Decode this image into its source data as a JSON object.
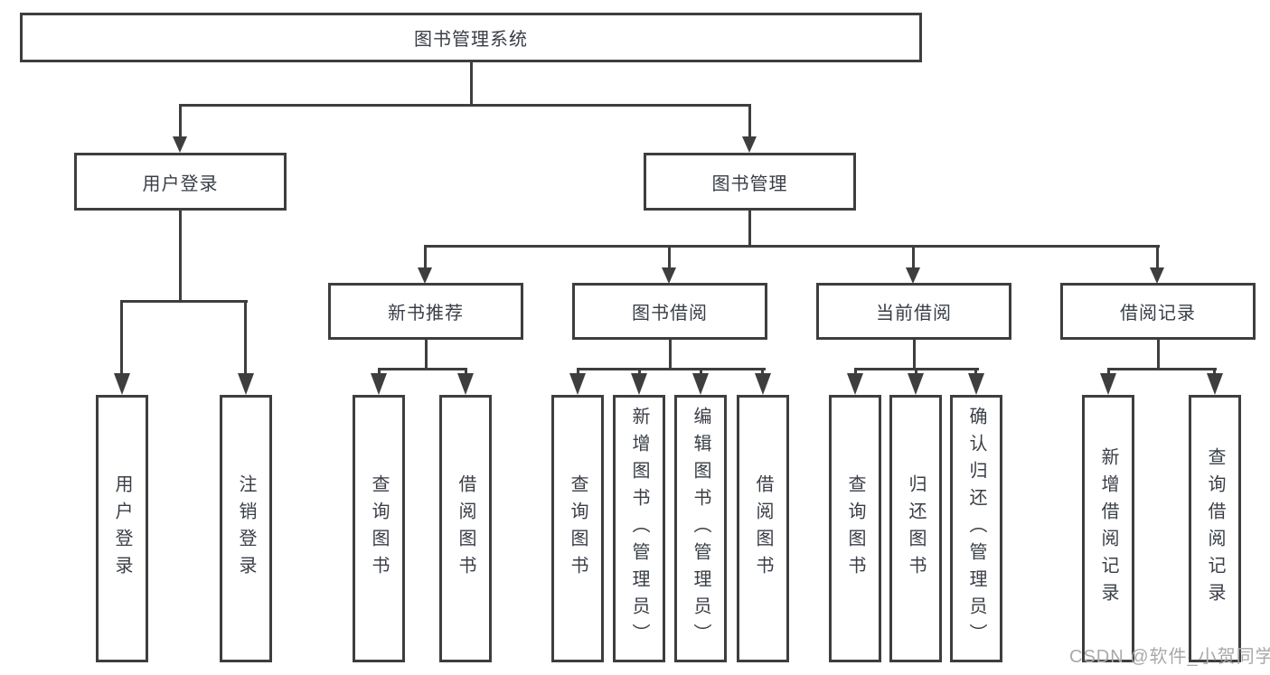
{
  "diagram": {
    "title": "图书管理系统",
    "branches": [
      {
        "label": "用户登录",
        "children": [
          {
            "label": "用户登录"
          },
          {
            "label": "注销登录"
          }
        ]
      },
      {
        "label": "图书管理",
        "children": [
          {
            "label": "新书推荐",
            "children": [
              {
                "label": "查询图书"
              },
              {
                "label": "借阅图书"
              }
            ]
          },
          {
            "label": "图书借阅",
            "children": [
              {
                "label": "查询图书"
              },
              {
                "label": "新增图书（管理员）"
              },
              {
                "label": "编辑图书（管理员）"
              },
              {
                "label": "借阅图书"
              }
            ]
          },
          {
            "label": "当前借阅",
            "children": [
              {
                "label": "查询图书"
              },
              {
                "label": "归还图书"
              },
              {
                "label": "确认归还（管理员）"
              }
            ]
          },
          {
            "label": "借阅记录",
            "children": [
              {
                "label": "新增借阅记录"
              },
              {
                "label": "查询借阅记录"
              }
            ]
          }
        ]
      }
    ]
  },
  "watermark": {
    "text": "CSDN @软件_小贺同学"
  },
  "colors": {
    "line": "#3e3e3e",
    "text": "#393e46",
    "watermark": "#a9a9a9",
    "background": "#ffffff"
  }
}
